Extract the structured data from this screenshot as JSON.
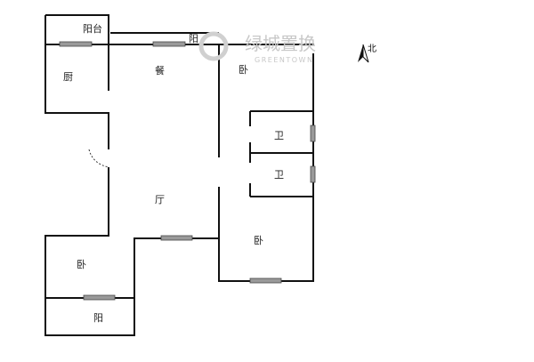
{
  "rooms": {
    "balcony_top": "阳台",
    "balcony_top_right": "阳",
    "kitchen": "厨",
    "dining": "餐",
    "bedroom_ne": "卧",
    "bath_1": "卫",
    "bath_2": "卫",
    "living": "厅",
    "bedroom_se": "卧",
    "bedroom_sw": "卧",
    "balcony_bottom": "阳"
  },
  "compass": {
    "label": "北"
  },
  "watermark": {
    "brand_cn": "绿城置换",
    "brand_en": "GREENTOWN"
  },
  "colors": {
    "wall": "#111111",
    "window": "#9a9a9a",
    "watermark": "#c8c8c8"
  }
}
